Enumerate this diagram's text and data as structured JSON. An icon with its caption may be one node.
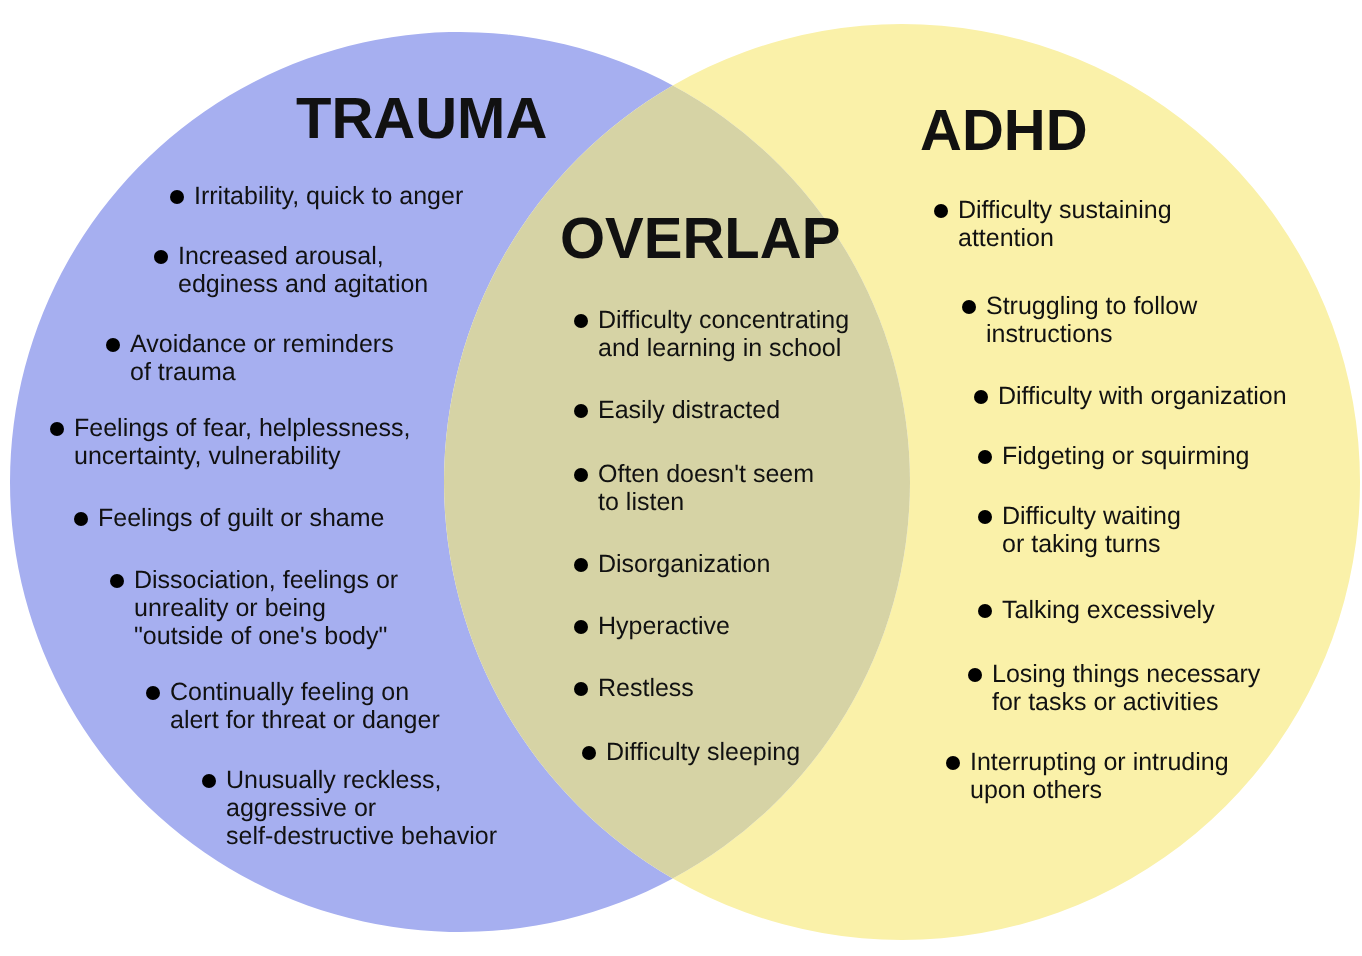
{
  "diagram": {
    "nodes": [
      {
        "text": [
          "TRAUMA",
          "Irritability, quick to anger",
          "Increased arousal, edginess and agitation",
          "Avoidance or reminders of trauma",
          "Feelings of fear, helplessness, uncertainty, vulnerability",
          "Feelings of guilt or shame",
          "Dissociation, feelings or unreality or being \"outside of one's body\"",
          "Continually feeling on alert for threat or danger",
          "Unusually reckless, aggressive or self-destructive behavior"
        ]
      },
      {
        "text": [
          "OVERLAP",
          "Difficulty concentrating and learning in school",
          "Easily distracted",
          "Often doesn't seem to listen",
          "Disorganization",
          "Hyperactive",
          "Restless",
          "Difficulty sleeping"
        ]
      },
      {
        "text": [
          "ADHD",
          "Difficulty sustaining attention",
          "Struggling to follow instructions",
          "Difficulty with organization",
          "Fidgeting or squirming",
          "Difficulty waiting or taking turns",
          "Talking excessively",
          "Losing things necessary for tasks or activities",
          "Interrupting or intruding upon others"
        ]
      }
    ]
  }
}
